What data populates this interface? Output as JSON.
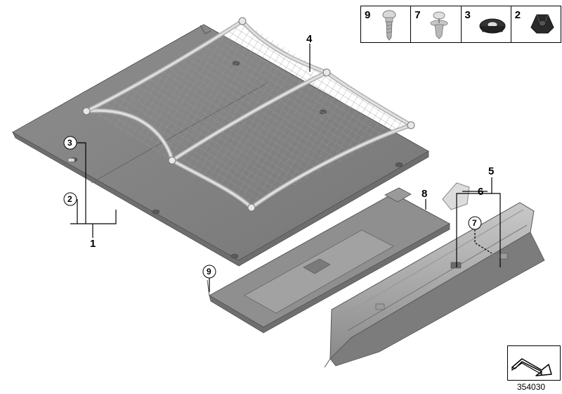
{
  "legend": [
    {
      "num": "9",
      "icon": "screw-icon"
    },
    {
      "num": "7",
      "icon": "push-rivet-icon"
    },
    {
      "num": "3",
      "icon": "grommet-icon"
    },
    {
      "num": "2",
      "icon": "clip-nut-icon"
    }
  ],
  "callouts": {
    "c1": "1",
    "c2": "2",
    "c3": "3",
    "c4": "4",
    "c5": "5",
    "c6": "6",
    "c7": "7",
    "c8": "8",
    "c9": "9"
  },
  "reference_number": "354030",
  "colors": {
    "panel": "#8a8a8a",
    "panel_light": "#bdbdbd",
    "net": "#c8c8c8"
  }
}
